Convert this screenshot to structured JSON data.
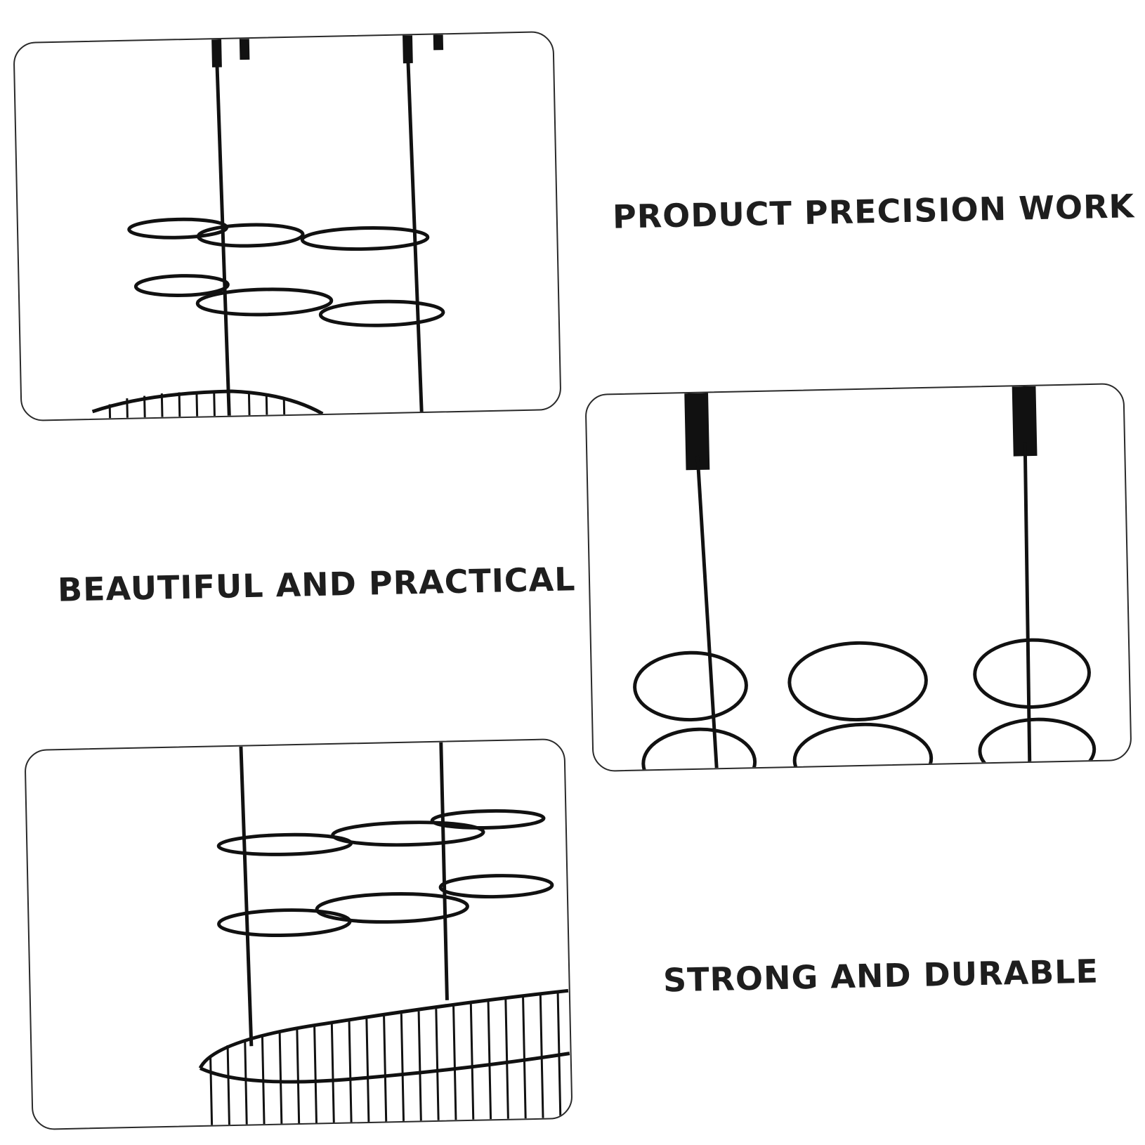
{
  "captions": {
    "top_right": "PRODUCT PRECISION WORK",
    "middle_left": "BEAUTIFUL AND PRACTICAL",
    "bottom_right": "STRONG AND DURABLE"
  },
  "colors": {
    "wire": "#111111",
    "frame": "#2a2a2a",
    "text": "#1e1e1e",
    "background": "#ffffff"
  }
}
